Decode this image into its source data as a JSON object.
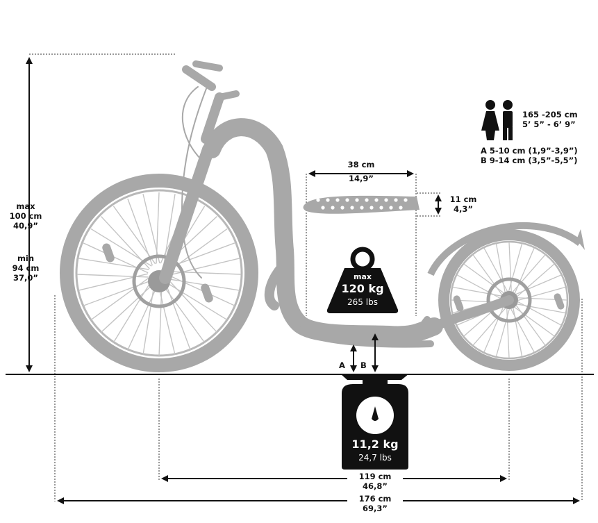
{
  "height": {
    "max_label": "max",
    "max_cm": "100 cm",
    "max_in": "40,9”",
    "min_label": "min",
    "min_cm": "94 cm",
    "min_in": "37,0”"
  },
  "rider_height": {
    "icon": "people-icon",
    "cm": "165 -205 cm",
    "ft": "5’ 5” - 6’ 9”"
  },
  "clearance": {
    "a_text": "A 5-10 cm (1,9”-3,9”)",
    "b_text": "B 9-14 cm (3,5”-5,5”)",
    "a_marker": "A",
    "b_marker": "B"
  },
  "deck": {
    "width_cm": "38 cm",
    "width_in": "14,9”",
    "depth_cm": "11 cm",
    "depth_in": "4,3”"
  },
  "max_load": {
    "icon": "weight-icon",
    "label": "max",
    "kg": "120 kg",
    "lbs": "265 lbs"
  },
  "scooter_weight": {
    "icon": "scale-icon",
    "kg": "11,2 kg",
    "lbs": "24,7 lbs"
  },
  "wheelbase": {
    "cm": "119 cm",
    "in": "46,8”"
  },
  "total_length": {
    "cm": "176 cm",
    "in": "69,3”"
  },
  "colors": {
    "frame": "#a8a8a8",
    "spokes": "#c4c4c4",
    "hub": "#9a9a9a",
    "ink": "#111111"
  }
}
